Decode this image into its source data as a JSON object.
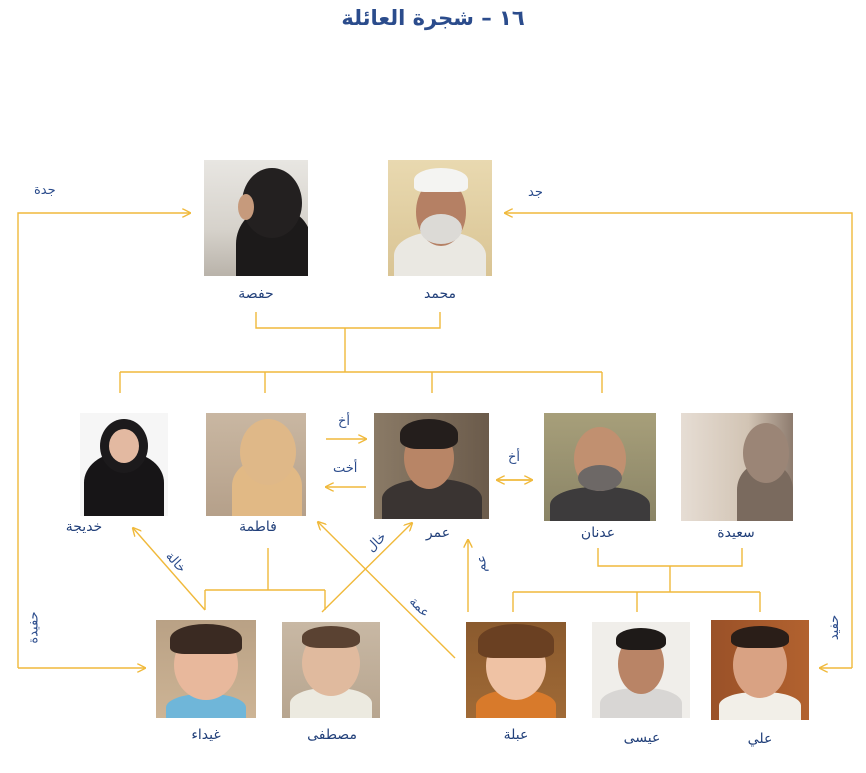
{
  "title": "١٦ – شجرة العائلة",
  "colors": {
    "line": "#f0b93b",
    "text": "#2b4c8c"
  },
  "people": {
    "mohammad": "محمد",
    "hafsa": "حفصة",
    "khadija": "خديجة",
    "fatima": "فاطمة",
    "omar": "عمر",
    "adnan": "عدنان",
    "saeeda": "سعيدة",
    "ghaida": "غيداء",
    "mustafa": "مصطفى",
    "abla": "عبلة",
    "eesa": "عيسى",
    "ali": "علي"
  },
  "relations": {
    "jadda": "جدة",
    "jadd": "جد",
    "akh_top": "أخ",
    "ukht": "أخت",
    "akh_right": "أخ",
    "khala": "خالة",
    "khal": "خال",
    "amma": "عمة",
    "amm": "عم",
    "hafeeda": "حفيدة",
    "hafeed": "حفيد"
  }
}
